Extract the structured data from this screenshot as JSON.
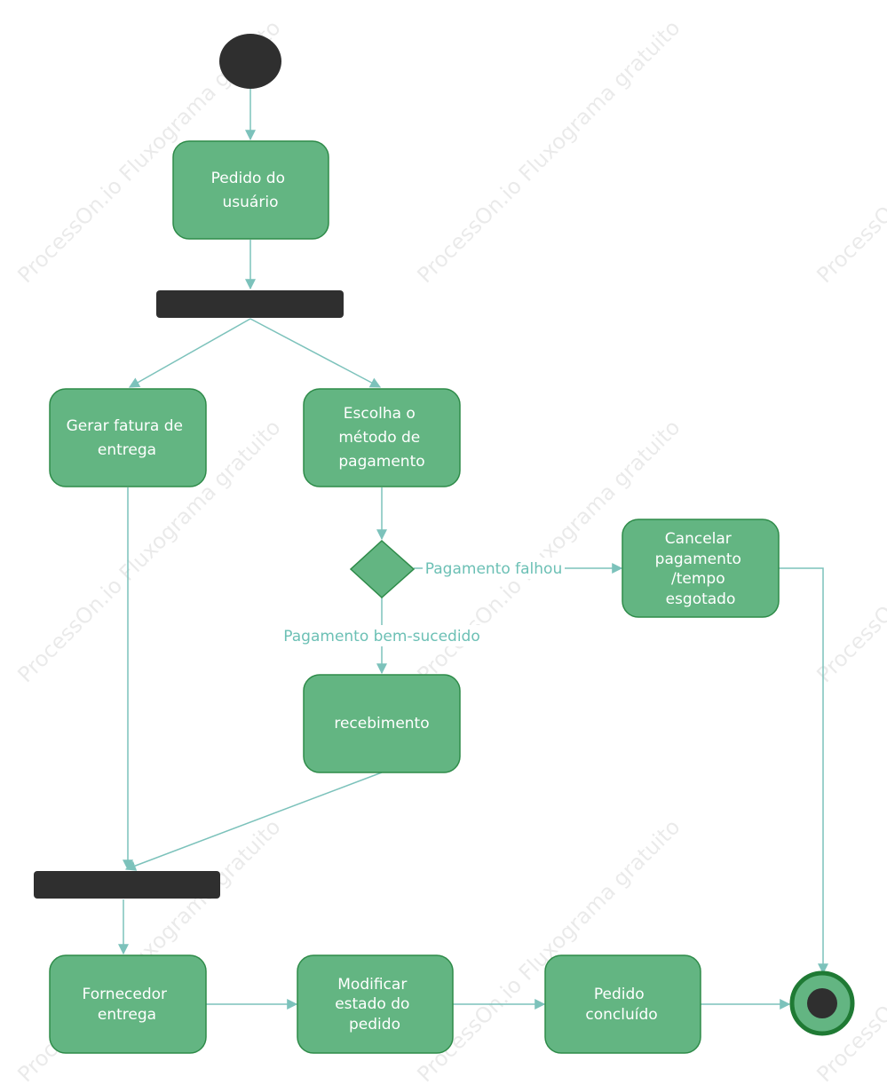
{
  "colors": {
    "node_fill": "#63b582",
    "node_stroke": "#2e8b49",
    "edge": "#7cc2bb",
    "bar": "#2f2f2f",
    "edge_label": "#6cc0b5",
    "end_ring": "#1f7a34"
  },
  "nodes": {
    "pedido_usuario": [
      "Pedido do",
      "usuário"
    ],
    "gerar_fatura": [
      "Gerar fatura de",
      "entrega"
    ],
    "escolha_metodo": [
      "Escolha o",
      "método de",
      "pagamento"
    ],
    "cancelar": [
      "Cancelar",
      "pagamento",
      "/tempo",
      "esgotado"
    ],
    "recebimento": [
      "recebimento"
    ],
    "fornecedor": [
      "Fornecedor",
      "entrega"
    ],
    "modificar": [
      "Modificar",
      "estado do",
      "pedido"
    ],
    "concluido": [
      "Pedido",
      "concluído"
    ]
  },
  "edge_labels": {
    "falhou": "Pagamento falhou",
    "sucedido": "Pagamento bem-sucedido"
  },
  "watermark": "ProcessOn.io Fluxograma gratuito"
}
